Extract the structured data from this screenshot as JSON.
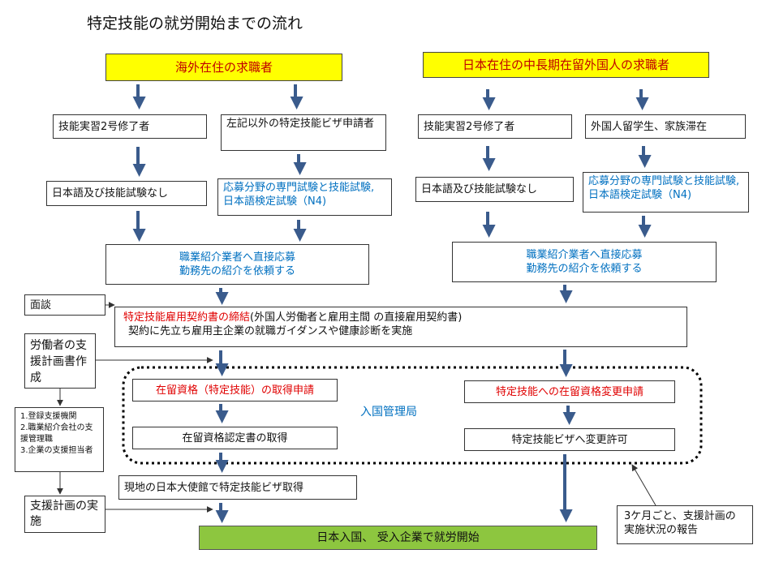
{
  "title": "特定技能の就労開始までの流れ",
  "overseas": {
    "header": "海外在住の求職者",
    "col1": {
      "a": "技能実習2号修了者",
      "b": "日本語及び技能試験なし"
    },
    "col2": {
      "a": "左記以外の特定技能ビザ申請者",
      "b": "応募分野の専門試験と技能試験, 日本語検定試験（N4)"
    },
    "agency": [
      "職業紹介業者へ直接応募",
      "勤務先の紹介を依頼する"
    ]
  },
  "domestic": {
    "header": "日本在住の中長期在留外国人の求職者",
    "col1": {
      "a": "技能実習2号修了者",
      "b": "日本語及び技能試験なし"
    },
    "col2": {
      "a": "外国人留学生、家族滞在",
      "b": "応募分野の専門試験と技能試験, 日本語検定試験（N4)"
    },
    "agency": [
      "職業紹介業者へ直接応募",
      "勤務先の紹介を依頼する"
    ]
  },
  "interview": "面談",
  "contract": {
    "red": "特定技能雇用契約書の締結",
    "black": "(外国人労働者と雇用主間 の直接雇用契約書)",
    "line2": "契約に先立ち雇用主企業の就職ガイダンスや健康診断を実施"
  },
  "support_plan": "労働者の支援計画書作成",
  "support_roles": [
    "1.登録支援機関",
    "2.職業紹介会社の支援管理職",
    "3.企業の支援担当者"
  ],
  "immigration": "入国管理局",
  "apply_overseas": "在留資格（特定技能）の取得申請",
  "certificate": "在留資格認定書の取得",
  "apply_domestic": "特定技能への在留資格変更申請",
  "change_permit": "特定技能ビザへ変更許可",
  "embassy_visa": "現地の日本大使館で特定技能ビザ取得",
  "implement_plan": "支援計画の実施",
  "report": "3ケ月ごと、支援計画の実施状況の報告",
  "start_work": "日本入国、 受入企業で就労開始"
}
